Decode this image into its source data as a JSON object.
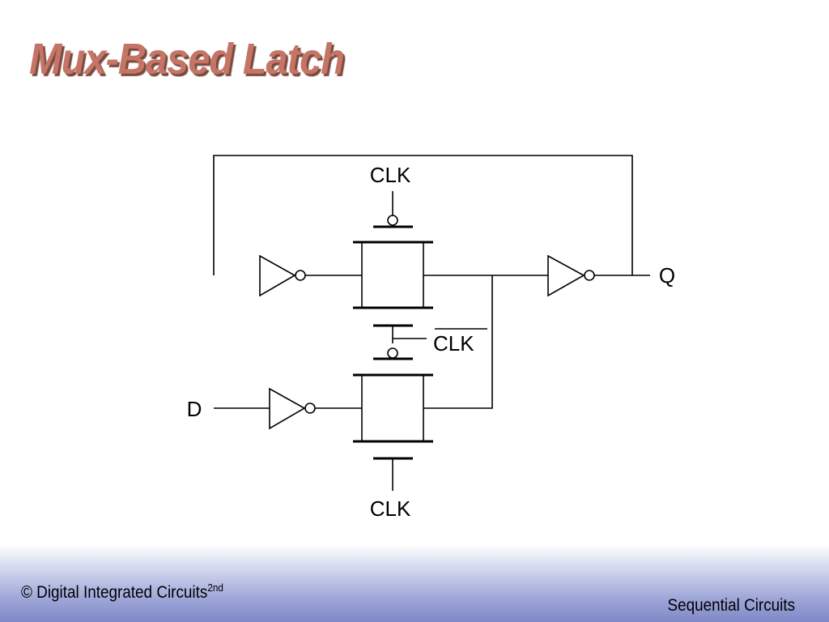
{
  "slide": {
    "title": "Mux-Based Latch",
    "title_color": "#c47566",
    "footer_left": "© Digital Integrated Circuits",
    "footer_left_sup": "2nd",
    "footer_right": "Sequential Circuits",
    "footer_gradient_color": "#8088c7"
  },
  "diagram": {
    "labels": {
      "clk_top": "CLK",
      "clk_bar": "CLK",
      "clk_bottom": "CLK",
      "input_d": "D",
      "output_q": "Q"
    }
  }
}
